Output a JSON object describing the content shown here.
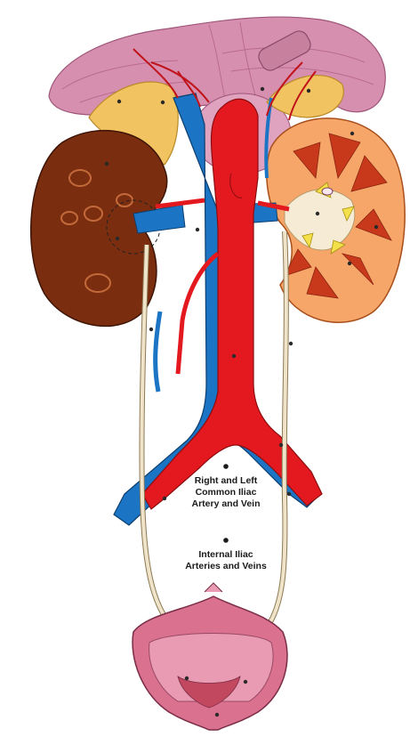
{
  "labels": {
    "common_iliac": {
      "line1": "Right and Left",
      "line2": "Common Iliac",
      "line3": "Artery and Vein"
    },
    "internal_iliac": {
      "line1": "Internal Iliac",
      "line2": "Arteries and Veins"
    }
  },
  "colors": {
    "artery": "#e3191f",
    "vein": "#1b74c4",
    "left_kidney_surface": "#7a2e0f",
    "right_kidney_cortex": "#f7a66a",
    "medulla_pyramids": "#c8391c",
    "adrenal_gland": "#f2c361",
    "liver_background": "#d78fb0",
    "ureter": "#efe3c9",
    "bladder": "#d9718f"
  }
}
